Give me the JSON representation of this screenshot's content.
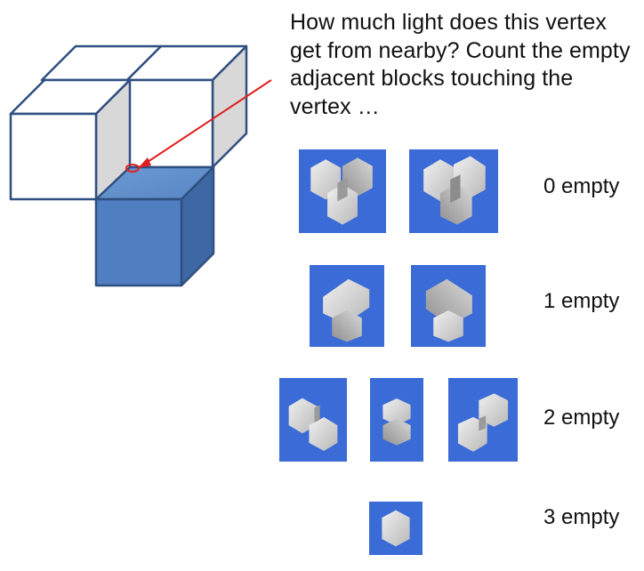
{
  "question": "How much light does this vertex get from nearby? Count the empty adjacent blocks touching the vertex …",
  "rows": [
    {
      "label": "0 empty"
    },
    {
      "label": "1 empty"
    },
    {
      "label": "2 empty"
    },
    {
      "label": "3 empty"
    }
  ],
  "colors": {
    "outline": "#2f4f80",
    "blue_cube": "#4f7fc0",
    "pointer": "#e02020",
    "tile_bg": "#3a6bd6",
    "cube_light": "#e4e4e4",
    "cube_dark": "#a6a6a6"
  }
}
